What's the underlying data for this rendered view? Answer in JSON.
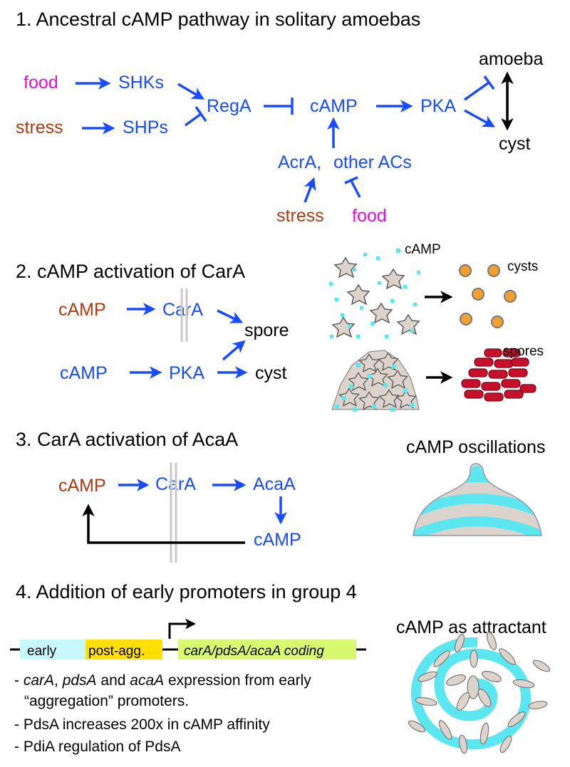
{
  "section1": {
    "title": "1.  Ancestral cAMP pathway in solitary amoebas",
    "nodes": {
      "food_top": "food",
      "stress_left": "stress",
      "shks": "SHKs",
      "shps": "SHPs",
      "rega": "RegA",
      "camp": "cAMP",
      "pka": "PKA",
      "acra": "AcrA,",
      "other_acs": "other ACs",
      "stress_bottom": "stress",
      "food_bottom": "food",
      "amoeba": "amoeba",
      "cyst": "cyst"
    }
  },
  "section2": {
    "title": "2. cAMP activation of CarA",
    "nodes": {
      "camp_red": "cAMP",
      "cara": "CarA",
      "spore": "spore",
      "camp_blue": "cAMP",
      "pka": "PKA",
      "cyst": "cyst"
    },
    "image_labels": {
      "camp": "cAMP",
      "cysts": "cysts",
      "spores": "spores"
    }
  },
  "section3": {
    "title": "3. CarA activation of AcaA",
    "nodes": {
      "camp_red": "cAMP",
      "cara": "CarA",
      "acaa": "AcaA",
      "camp_blue": "cAMP"
    },
    "image_label": "cAMP oscillations"
  },
  "section4": {
    "title": "4. Addition of early promoters in group 4",
    "gene": {
      "early": "early",
      "post_agg": "post-agg.",
      "coding": "carA/pdsA/acaA coding"
    },
    "bullets": {
      "b1_pre": "- ",
      "b1_gene1": "carA",
      "b1_sep1": ", ",
      "b1_gene2": "pdsA",
      "b1_sep2": " and ",
      "b1_gene3": "acaA",
      "b1_post": " expression from early",
      "b1_line2": "“aggregation” promoters.",
      "b2": "- PdsA increases 200x in cAMP affinity",
      "b3": "- PdiA regulation of PdsA"
    },
    "image_label": "cAMP as attractant"
  },
  "colors": {
    "pathway_blue": "#1a4cff",
    "camp_red": "#b03a10",
    "food_magenta": "#e010e0",
    "cyan": "#5ce6f0",
    "cell_grey": "#dcd4cc",
    "cyst_orange": "#f0a030",
    "spore_red": "#c8102e",
    "promoter_yellow": "#ffe000",
    "coding_green": "#d8f870",
    "early_cyan": "#c8f8ff"
  }
}
